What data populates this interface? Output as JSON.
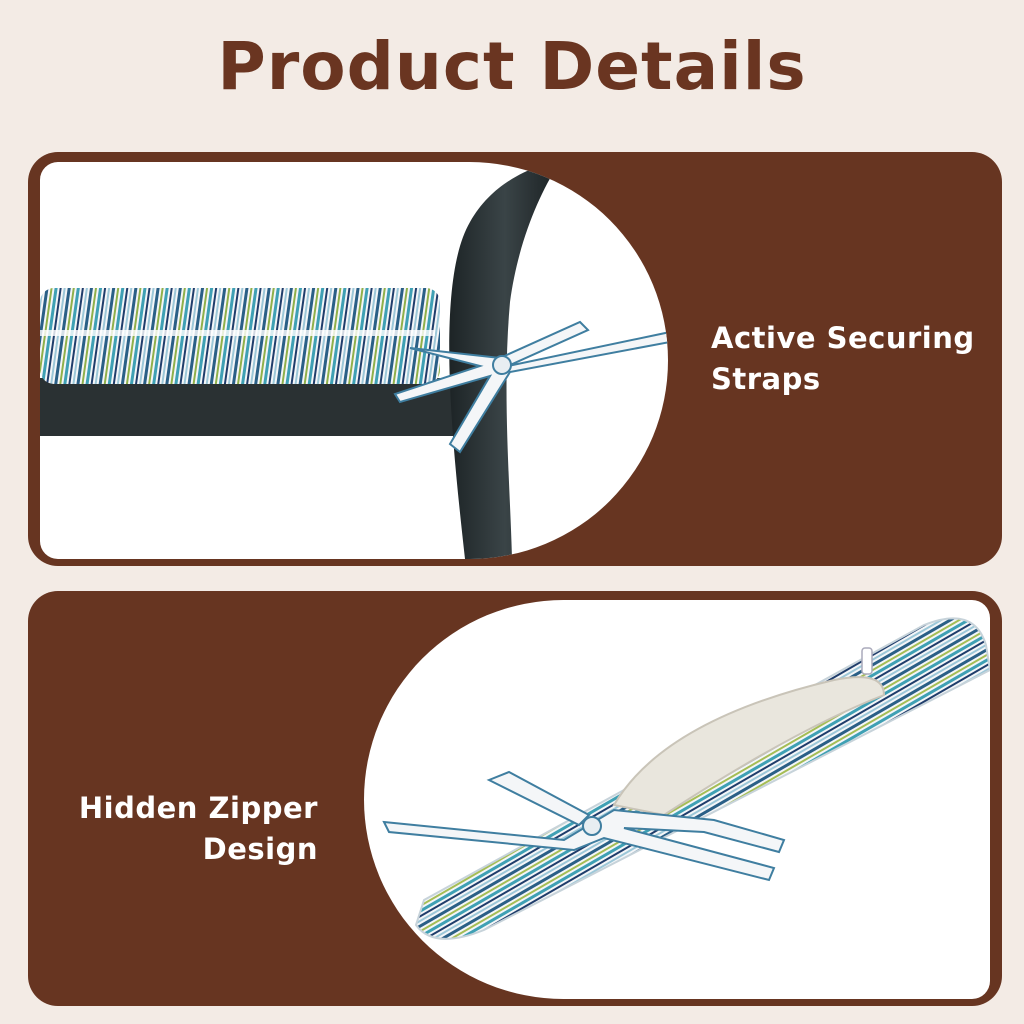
{
  "title": "Product Details",
  "features": [
    {
      "line1": "Active Securing",
      "line2": "Straps",
      "image": "chair-cushion-tied-with-strap"
    },
    {
      "line1": "Hidden Zipper",
      "line2": "Design",
      "image": "rolled-cushion-with-hidden-zipper"
    }
  ],
  "colors": {
    "background": "#f3ebe5",
    "panel": "#673521",
    "title": "#6a3521",
    "label": "#ffffff"
  }
}
